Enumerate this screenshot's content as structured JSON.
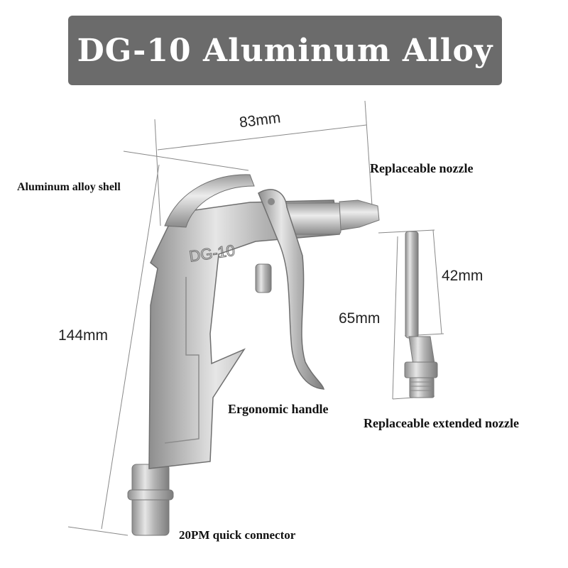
{
  "title": "DG-10 Aluminum Alloy",
  "engraving": "DG-10",
  "labels": {
    "shell": "Aluminum alloy shell",
    "nozzle": "Replaceable nozzle",
    "handle": "Ergonomic handle",
    "extended_nozzle": "Replaceable extended nozzle",
    "connector": "20PM quick connector"
  },
  "dimensions": {
    "width": "83mm",
    "height": "144mm",
    "nozzle_total": "65mm",
    "nozzle_tube": "42mm"
  },
  "colors": {
    "banner": "#6b6b6b",
    "metal": "#c9c9c9"
  }
}
